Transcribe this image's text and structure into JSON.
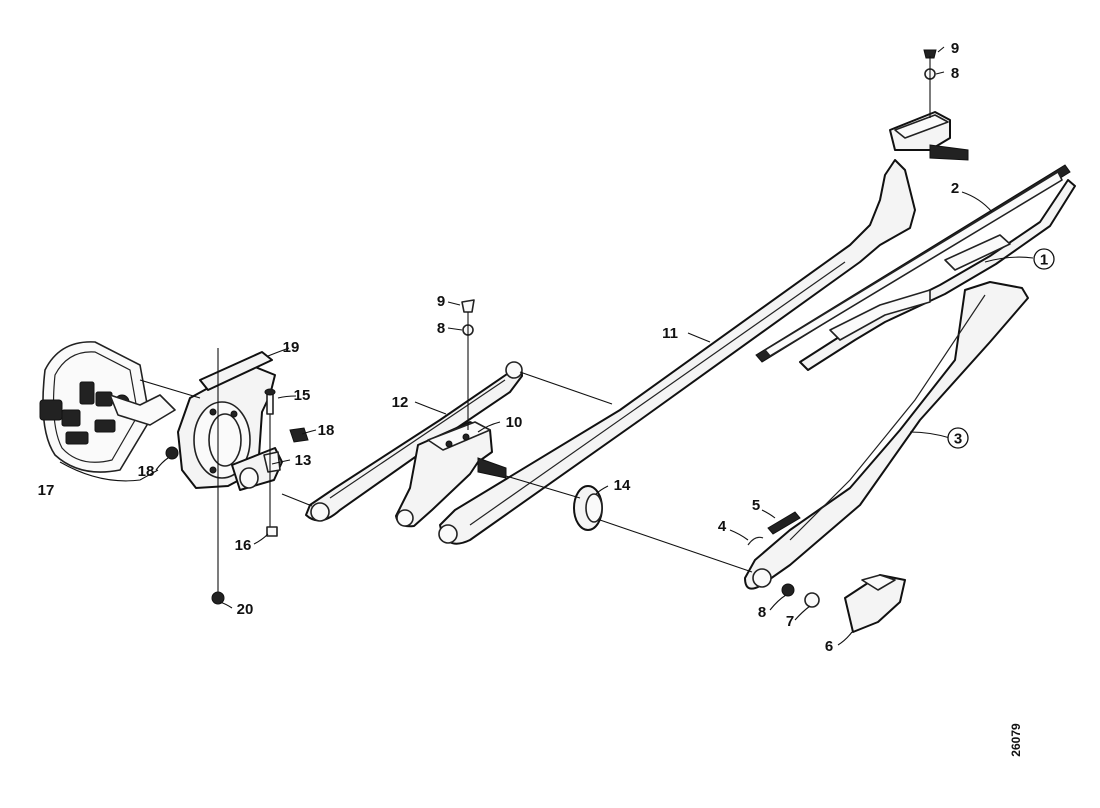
{
  "diagram": {
    "reference_code": "26079",
    "callouts": [
      {
        "id": "c1",
        "label": "1",
        "circled": true
      },
      {
        "id": "c2",
        "label": "2",
        "circled": false
      },
      {
        "id": "c3",
        "label": "3",
        "circled": true
      },
      {
        "id": "c4",
        "label": "4",
        "circled": false
      },
      {
        "id": "c5",
        "label": "5",
        "circled": false
      },
      {
        "id": "c6",
        "label": "6",
        "circled": false
      },
      {
        "id": "c7",
        "label": "7",
        "circled": false
      },
      {
        "id": "c8a",
        "label": "8",
        "circled": false
      },
      {
        "id": "c8b",
        "label": "8",
        "circled": false
      },
      {
        "id": "c8c",
        "label": "8",
        "circled": false
      },
      {
        "id": "c9a",
        "label": "9",
        "circled": false
      },
      {
        "id": "c9b",
        "label": "9",
        "circled": false
      },
      {
        "id": "c10",
        "label": "10",
        "circled": false
      },
      {
        "id": "c11",
        "label": "11",
        "circled": false
      },
      {
        "id": "c12",
        "label": "12",
        "circled": false
      },
      {
        "id": "c13",
        "label": "13",
        "circled": false
      },
      {
        "id": "c14",
        "label": "14",
        "circled": false
      },
      {
        "id": "c15",
        "label": "15",
        "circled": false
      },
      {
        "id": "c16",
        "label": "16",
        "circled": false
      },
      {
        "id": "c17",
        "label": "17",
        "circled": false
      },
      {
        "id": "c18a",
        "label": "18",
        "circled": false
      },
      {
        "id": "c18b",
        "label": "18",
        "circled": false
      },
      {
        "id": "c19",
        "label": "19",
        "circled": false
      },
      {
        "id": "c20",
        "label": "20",
        "circled": false
      }
    ]
  }
}
